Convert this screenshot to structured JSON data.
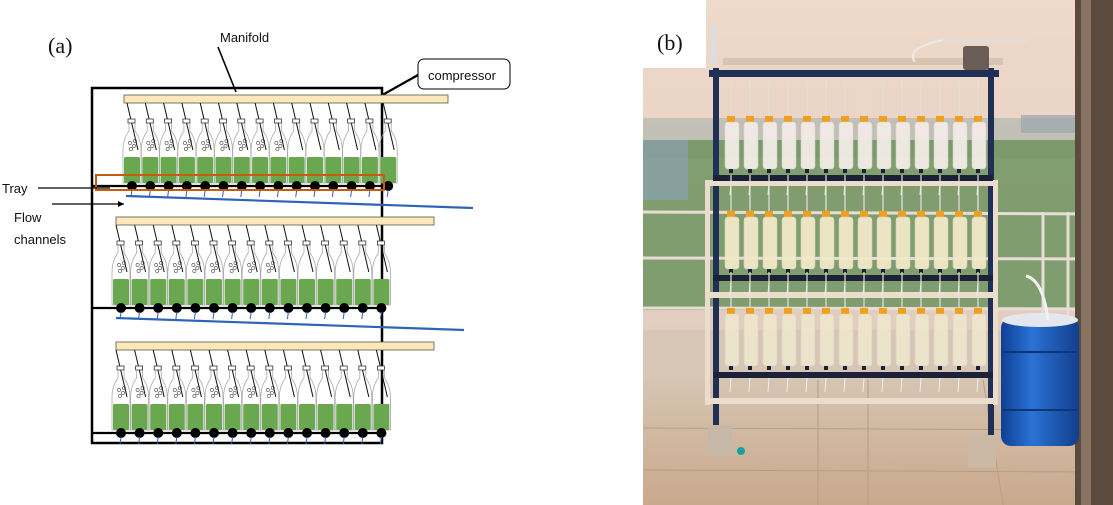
{
  "figure": {
    "panel_a": {
      "label": "(a)",
      "labels": {
        "manifold": "Manifold",
        "compressor": "compressor",
        "tray": "Tray",
        "flow_line1": "Flow",
        "flow_line2": "channels"
      },
      "shelves": 3,
      "bottles_per_shelf": 15,
      "bottles_with_bubbles": 9,
      "colors": {
        "culture": "#6aa84f",
        "manifold": "#fde9b8",
        "tray_highlight": "#c55a11",
        "flow_channel": "#2e64b7",
        "frame": "#000000"
      }
    },
    "panel_b": {
      "label": "(b)",
      "description": "Photo of three-shelf photobioreactor rack with bottles and blue drum",
      "shelves": 3,
      "bottles_per_shelf": 14,
      "colors": {
        "sky": "#e9d2c3",
        "frame": "#1f2f55",
        "pvc": "#ecdccb",
        "cap": "#f0a020",
        "drum": "#1d5fc4",
        "floor": "#cdb49e",
        "trees": "#5f8f52"
      }
    }
  }
}
